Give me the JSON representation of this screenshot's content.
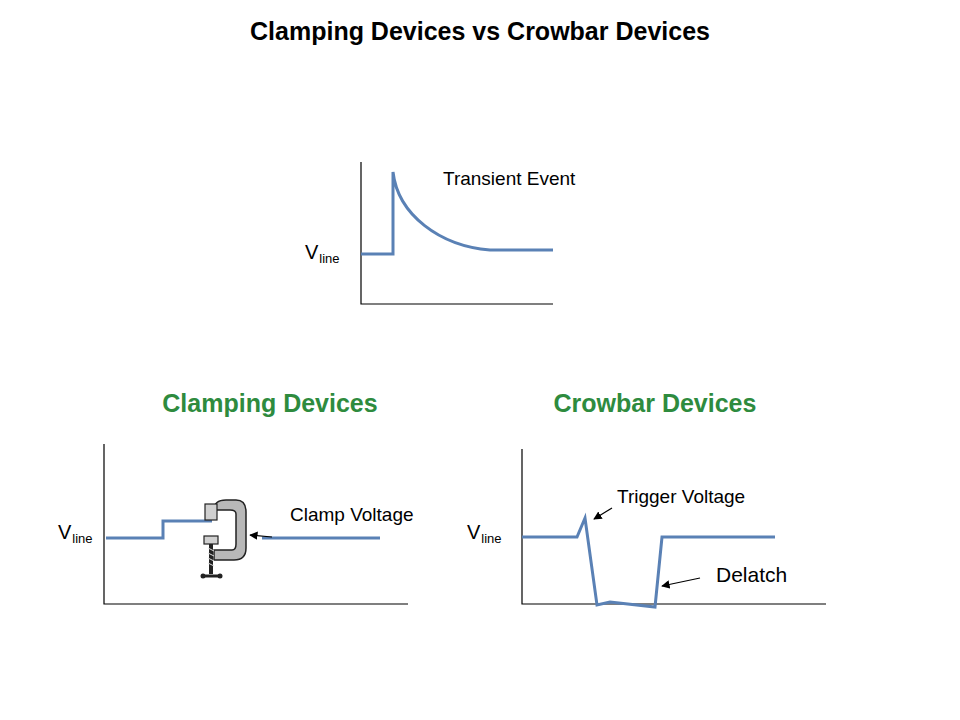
{
  "diagram": {
    "title": "Clamping Devices vs Crowbar Devices",
    "labels": [
      "Transient Event",
      "V",
      "line",
      "Clamping Devices",
      "Crowbar Devices",
      "Clamp Voltage",
      "V",
      "line",
      "Trigger Voltage",
      "V",
      "line",
      "Delatch"
    ]
  }
}
